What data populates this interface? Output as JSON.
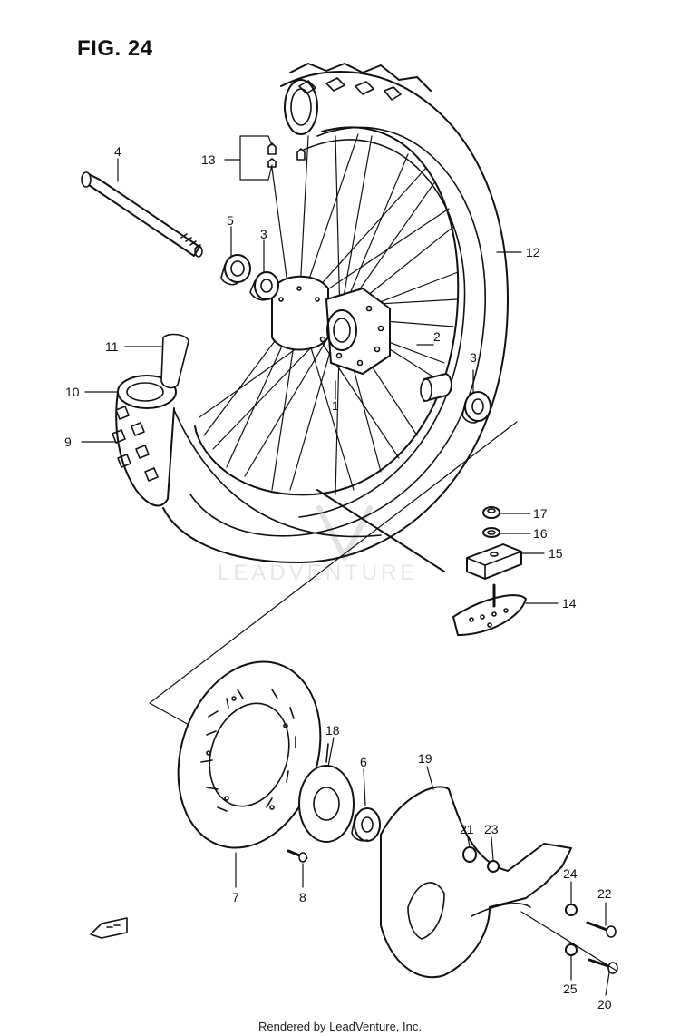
{
  "figure": {
    "title": "FIG. 24"
  },
  "watermark": "LEADVENTURE",
  "footer": "Rendered by LeadVenture, Inc.",
  "callouts": {
    "c1": "1",
    "c2": "2",
    "c3a": "3",
    "c3b": "3",
    "c4": "4",
    "c5": "5",
    "c6": "6",
    "c7": "7",
    "c8": "8",
    "c9": "9",
    "c10": "10",
    "c11": "11",
    "c12": "12",
    "c13": "13",
    "c14": "14",
    "c15": "15",
    "c16": "16",
    "c17": "17",
    "c18": "18",
    "c19": "19",
    "c20": "20",
    "c21": "21",
    "c22": "22",
    "c23": "23",
    "c24": "24",
    "c25": "25"
  },
  "colors": {
    "ink": "#111111",
    "paper": "#ffffff",
    "watermark": "#e6e6e6"
  }
}
